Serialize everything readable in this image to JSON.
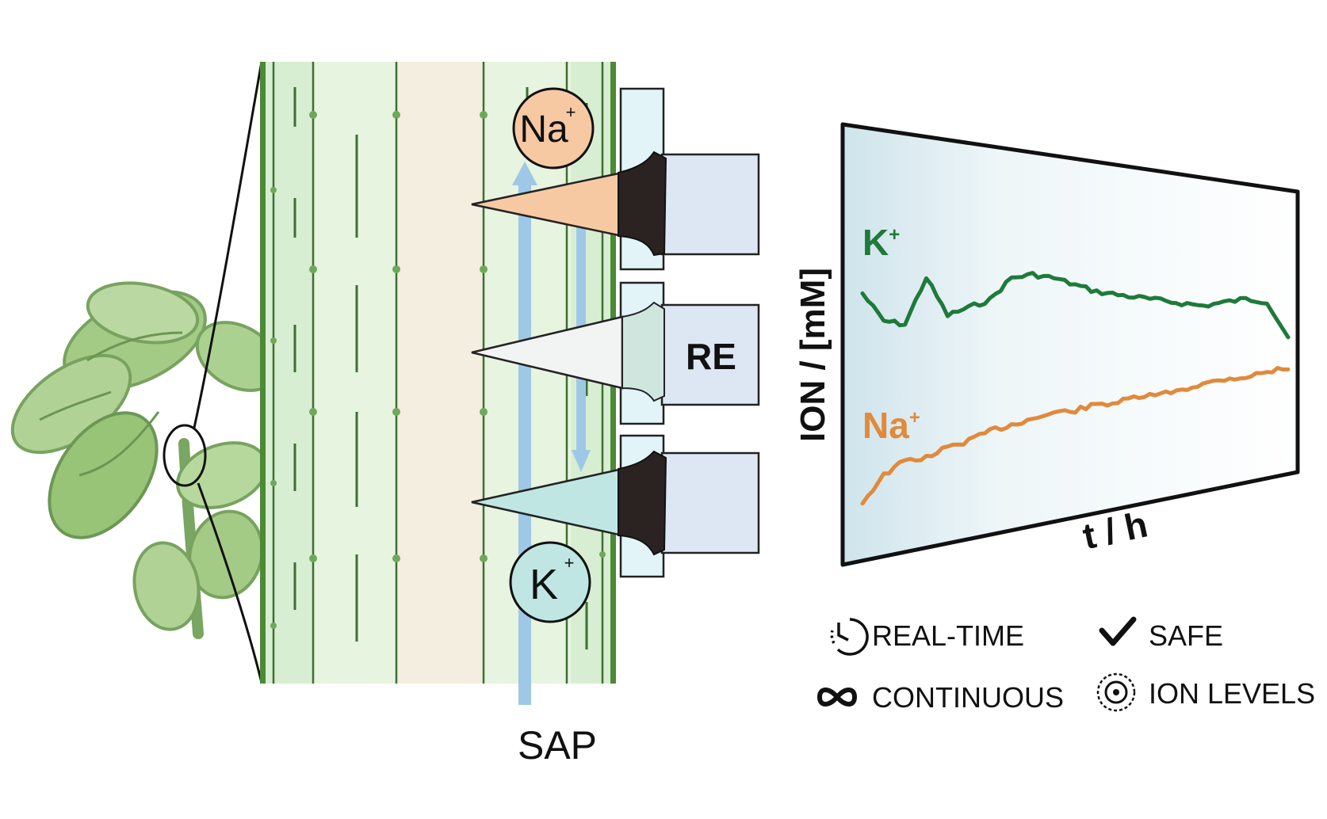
{
  "stem": {
    "flow_label": "SAP"
  },
  "ions": {
    "sodium": {
      "symbol": "Na",
      "charge": "+"
    },
    "potassium": {
      "symbol": "K",
      "charge": "+"
    }
  },
  "electrodes": {
    "reference_label": "RE"
  },
  "chart": {
    "y_axis_label": "ION / [mM]",
    "x_axis_label": "t / h"
  },
  "chart_data": {
    "type": "line",
    "title": "",
    "xlabel": "t / h",
    "ylabel": "ION / [mM]",
    "x_ticks_shown": false,
    "y_ticks_shown": false,
    "grid": false,
    "x": [
      0.0,
      0.05,
      0.1,
      0.15,
      0.2,
      0.25,
      0.3,
      0.35,
      0.4,
      0.45,
      0.5,
      0.55,
      0.6,
      0.65,
      0.7,
      0.75,
      0.8,
      0.85,
      0.9,
      0.95,
      1.0
    ],
    "series": [
      {
        "name": "K⁺",
        "color": "#1f7a3a",
        "values": [
          0.62,
          0.55,
          0.54,
          0.66,
          0.56,
          0.58,
          0.6,
          0.66,
          0.67,
          0.66,
          0.64,
          0.62,
          0.61,
          0.6,
          0.59,
          0.58,
          0.57,
          0.58,
          0.59,
          0.58,
          0.45
        ]
      },
      {
        "name": "Na⁺",
        "color": "#e08a3c",
        "values": [
          0.1,
          0.16,
          0.19,
          0.19,
          0.21,
          0.22,
          0.24,
          0.25,
          0.26,
          0.27,
          0.27,
          0.28,
          0.28,
          0.29,
          0.29,
          0.3,
          0.31,
          0.32,
          0.32,
          0.33,
          0.34
        ]
      }
    ]
  },
  "features": [
    {
      "icon": "clock-icon",
      "label": "REAL-TIME"
    },
    {
      "icon": "checkmark-icon",
      "label": "SAFE"
    },
    {
      "icon": "infinity-icon",
      "label": "CONTINUOUS"
    },
    {
      "icon": "target-icon",
      "label": "ION LEVELS"
    }
  ],
  "colors": {
    "stem_green": "#4c8a35",
    "tissue_light": "#e2f2dc",
    "pith": "#f3eedf",
    "sap_arrow": "#9ec8e6",
    "sodium_fill": "#f6c9a3",
    "potassium_fill": "#bfe6e2",
    "k_line": "#1f7a3a",
    "na_line": "#e08a3c"
  }
}
